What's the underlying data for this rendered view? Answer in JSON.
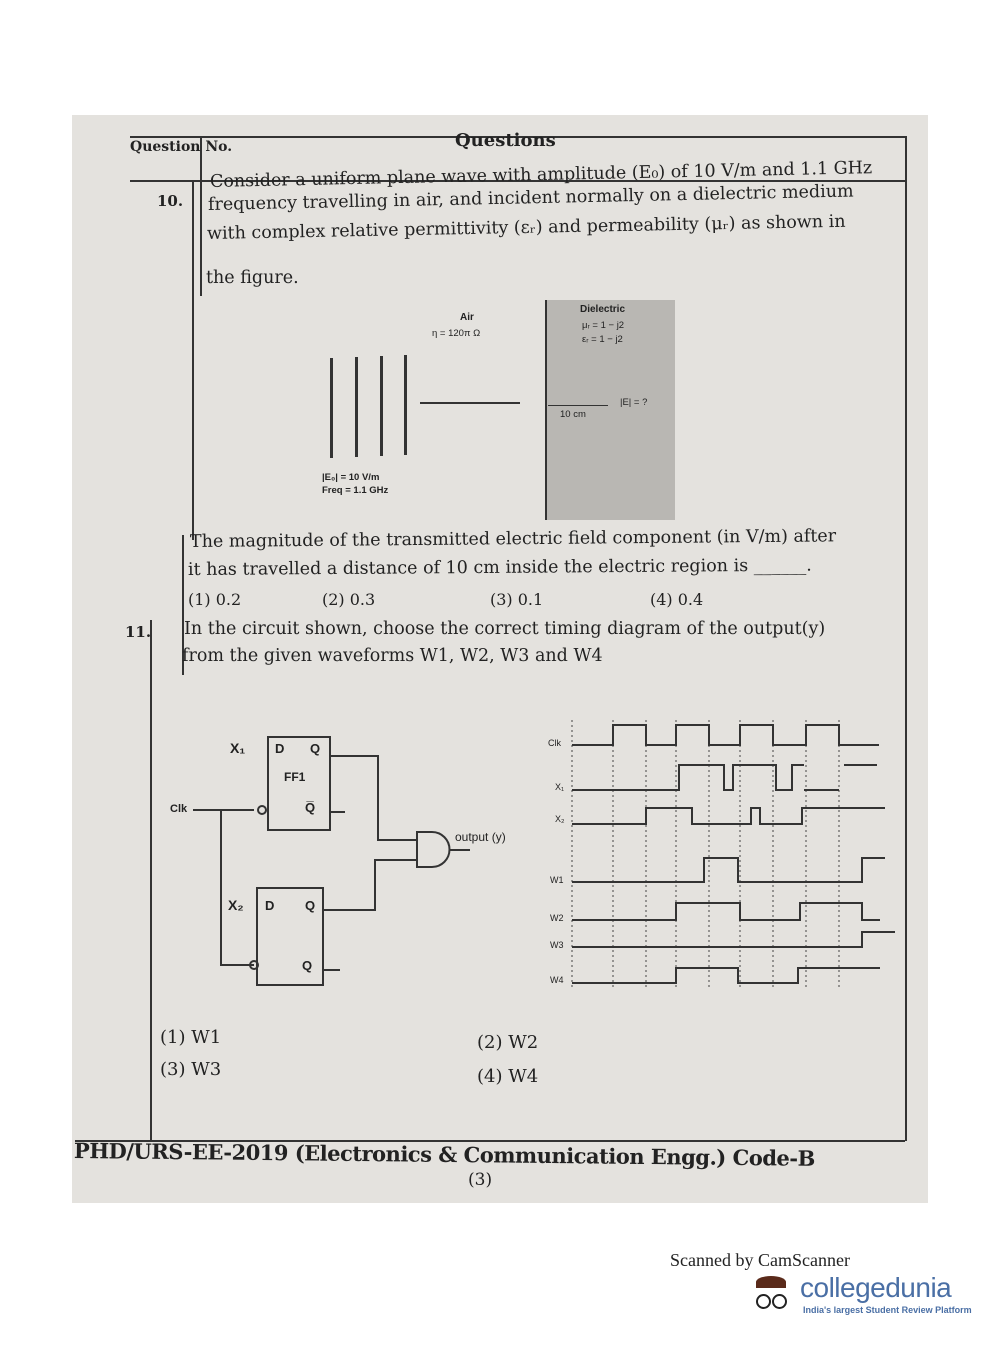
{
  "header": {
    "question_no": "Question No.",
    "questions": "Questions"
  },
  "q10": {
    "number": "10.",
    "lines": [
      "Consider a uniform plane wave with amplitude (E₀) of 10 V/m and 1.1 GHz",
      "frequency travelling in air, and incident normally on a dielectric medium",
      "with complex relative permittivity (εᵣ) and permeability (μᵣ) as shown in",
      "the figure."
    ],
    "figure": {
      "air": "Air",
      "eta": "η = 120π Ω",
      "dielectric": "Dielectric",
      "mu": "μᵣ = 1 − j2",
      "eps": "εᵣ = 1 − j2",
      "distance": "10 cm",
      "e_unknown": "|E| = ?",
      "e0": "|E₀| = 10 V/m",
      "freq": "Freq = 1.1 GHz"
    },
    "stem": [
      "The magnitude of the transmitted electric field component (in V/m) after",
      "it has travelled a distance of 10 cm inside the electric region is ______."
    ],
    "options": [
      "(1)  0.2",
      "(2)  0.3",
      "(3)  0.1",
      "(4)  0.4"
    ]
  },
  "q11": {
    "number": "11.",
    "lines": [
      "In the circuit shown, choose the correct timing diagram of the output(y)",
      "from the given waveforms W1, W2, W3 and W4"
    ],
    "circuit": {
      "x1": "X₁",
      "x2": "X₂",
      "d": "D",
      "q": "Q",
      "qbar": "Q̅",
      "ff1": "FF1",
      "clk": "Clk",
      "output": "output (y)"
    },
    "wave_labels": [
      "Clk",
      "X₁",
      "X₂",
      "W1",
      "W2",
      "W3",
      "W4"
    ],
    "options": [
      "(1)  W1",
      "(2)  W2",
      "(3)  W3",
      "(4)  W4"
    ]
  },
  "footer": {
    "title": "PHD/URS-EE-2019 (Electronics & Communication Engg.) Code-B",
    "page": "(3)"
  },
  "watermark": {
    "scanned": "Scanned by CamScanner",
    "brand": "collegedunia",
    "tagline": "India's largest Student Review Platform"
  }
}
